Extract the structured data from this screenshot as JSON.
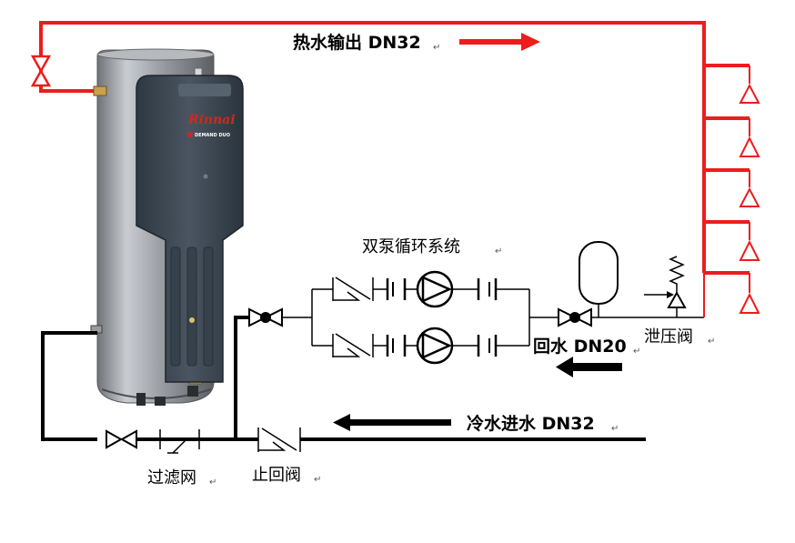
{
  "labels": {
    "hot_out": "热水输出 DN32",
    "dual_pump": "双泵循环系统",
    "return_water": "回水 DN20",
    "relief_valve": "泄压阀",
    "cold_in": "冷水进水 DN32",
    "strainer": "过滤网",
    "check_valve": "止回阀"
  },
  "heater": {
    "brand": "Rinnai",
    "model": "DEMAND DUO"
  },
  "colors": {
    "hot_pipe": "#ee1c1c",
    "cold_pipe": "#000000",
    "tank_body": "#8a8e93",
    "panel": "#3c4651"
  },
  "paragraph_mark": "↵"
}
